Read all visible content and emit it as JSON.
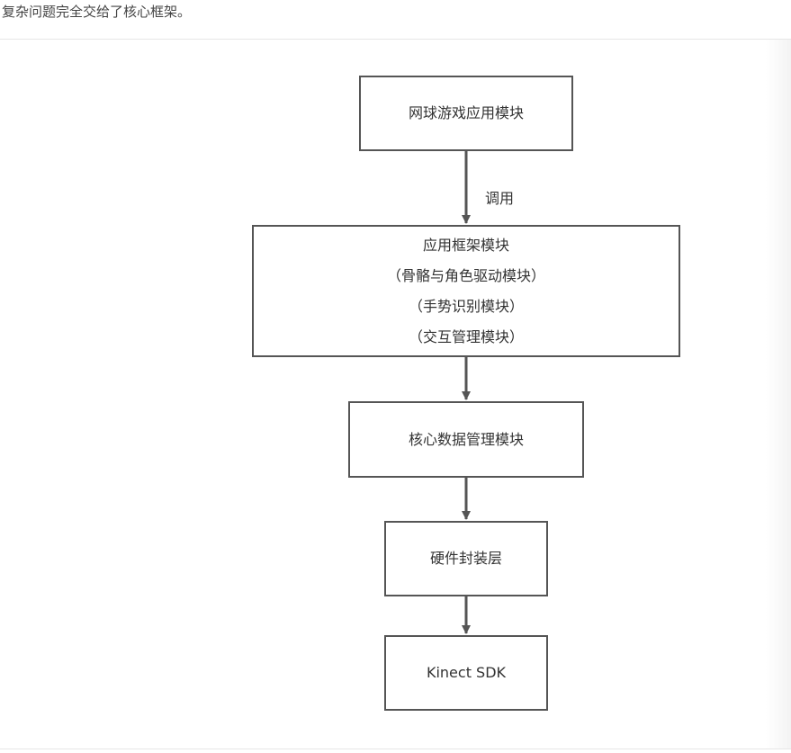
{
  "intro_text": "复杂问题完全交给了核心框架。",
  "diagram": {
    "game_module": "网球游戏应用模块",
    "call_label": "调用",
    "framework": {
      "title": "应用框架模块",
      "sub1": "（骨骼与角色驱动模块）",
      "sub2": "（手势识别模块）",
      "sub3": "（交互管理模块）"
    },
    "core_data": "核心数据管理模块",
    "hardware": "硬件封装层",
    "sdk": "Kinect SDK"
  },
  "colors": {
    "border": "#555555",
    "text": "#333333",
    "divider": "#e6e6e6"
  }
}
